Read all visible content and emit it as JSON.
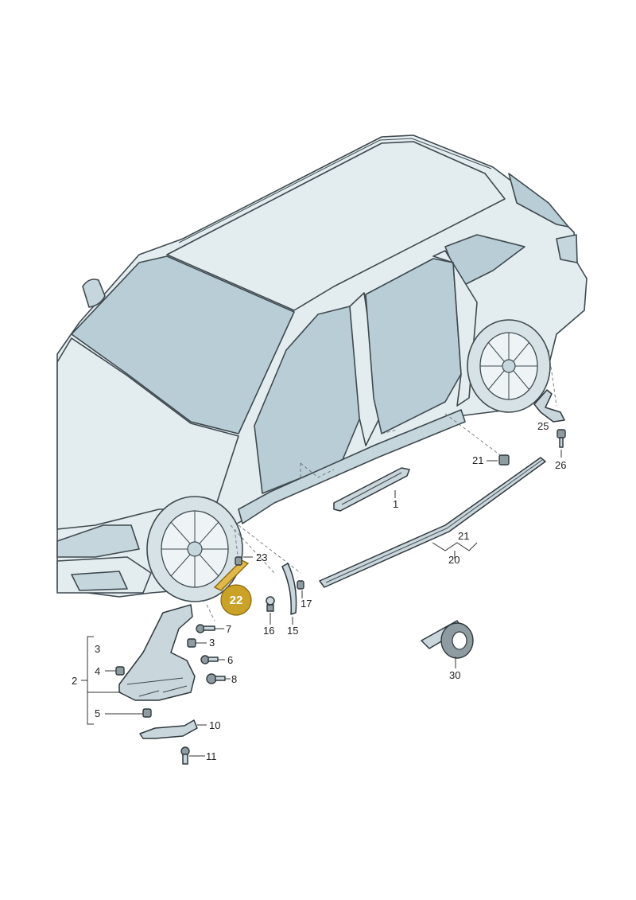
{
  "diagram": {
    "highlight_color": "#c9a227",
    "part_labels": {
      "p1": "1",
      "p2": "2",
      "p3a": "3",
      "p3b": "3",
      "p4": "4",
      "p5": "5",
      "p6": "6",
      "p7": "7",
      "p8": "8",
      "p10": "10",
      "p11": "11",
      "p15": "15",
      "p16": "16",
      "p17": "17",
      "p20": "20",
      "p21a": "21",
      "p21b": "21",
      "p22": "22",
      "p23": "23",
      "p25": "25",
      "p26": "26",
      "p30": "30"
    }
  }
}
